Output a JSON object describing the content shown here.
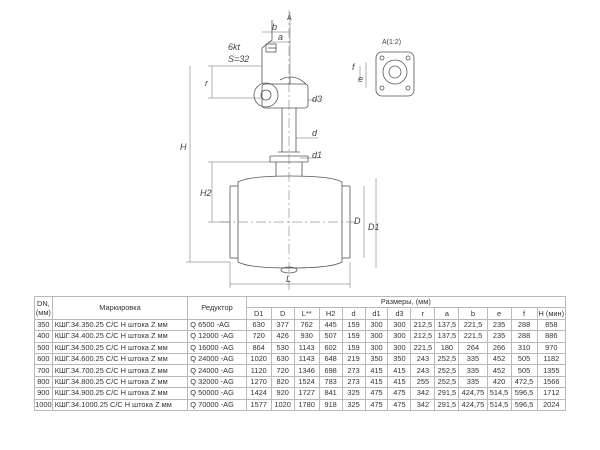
{
  "drawing": {
    "labels": {
      "b": "b",
      "a": "a",
      "a_top": "A",
      "sixkt": "6kt",
      "s32": "S=32",
      "r": "r",
      "d3": "d3",
      "d": "d",
      "d1": "d1",
      "H": "H",
      "H2": "H2",
      "D": "D",
      "D1": "D1",
      "L": "L",
      "view": "A(1:2)",
      "f": "f",
      "e": "e"
    }
  },
  "table": {
    "headers": {
      "dn": "DN, (мм)",
      "marking": "Маркировка",
      "reducer": "Редуктор",
      "sizes": "Размеры, (мм)"
    },
    "subheaders": [
      "D1",
      "D",
      "L**",
      "H2",
      "d",
      "d1",
      "d3",
      "r",
      "a",
      "b",
      "e",
      "f",
      "H (мин)"
    ],
    "rows": [
      {
        "dn": "350",
        "marking": "КШГ.34.350.25 С/С Н штока Z мм",
        "reducer": "Q 6500 -AG",
        "values": [
          "630",
          "377",
          "762",
          "445",
          "159",
          "300",
          "300",
          "212,5",
          "137,5",
          "221,5",
          "235",
          "288",
          "858"
        ]
      },
      {
        "dn": "400",
        "marking": "КШГ.34.400.25 С/С Н штока Z мм",
        "reducer": "Q 12000 -AG",
        "values": [
          "720",
          "426",
          "930",
          "507",
          "159",
          "300",
          "300",
          "212,5",
          "137,5",
          "221,5",
          "235",
          "288",
          "886"
        ]
      },
      {
        "dn": "500",
        "marking": "КШГ.34.500.25 С/С Н штока Z мм",
        "reducer": "Q 16000 -AG",
        "values": [
          "864",
          "530",
          "1143",
          "602",
          "159",
          "300",
          "300",
          "221,5",
          "180",
          "264",
          "266",
          "310",
          "970"
        ]
      },
      {
        "dn": "600",
        "marking": "КШГ.34.600.25 С/С Н штока Z мм",
        "reducer": "Q 24000 -AG",
        "values": [
          "1020",
          "630",
          "1143",
          "648",
          "219",
          "350",
          "350",
          "243",
          "252,5",
          "335",
          "452",
          "505",
          "1182"
        ]
      },
      {
        "dn": "700",
        "marking": "КШГ.34.700.25 С/С Н штока Z мм",
        "reducer": "Q 24000 -AG",
        "values": [
          "1120",
          "720",
          "1346",
          "698",
          "273",
          "415",
          "415",
          "243",
          "252,5",
          "335",
          "452",
          "505",
          "1355"
        ]
      },
      {
        "dn": "800",
        "marking": "КШГ.34.800.25 С/С Н штока Z мм",
        "reducer": "Q 32000 -AG",
        "values": [
          "1270",
          "820",
          "1524",
          "783",
          "273",
          "415",
          "415",
          "255",
          "252,5",
          "335",
          "420",
          "472,5",
          "1566"
        ]
      },
      {
        "dn": "900",
        "marking": "КШГ.34.900.25 С/С Н штока Z мм",
        "reducer": "Q 50000 -AG",
        "values": [
          "1424",
          "920",
          "1727",
          "841",
          "325",
          "475",
          "475",
          "342",
          "291,5",
          "424,75",
          "514,5",
          "596,5",
          "1712"
        ]
      },
      {
        "dn": "1000",
        "marking": "КШГ.34.1000.25 С/С Н штока Z мм",
        "reducer": "Q 70000 -AG",
        "values": [
          "1577",
          "1020",
          "1780",
          "918",
          "325",
          "475",
          "475",
          "342",
          "291,5",
          "424,75",
          "514,5",
          "596,5",
          "2024"
        ]
      }
    ]
  }
}
